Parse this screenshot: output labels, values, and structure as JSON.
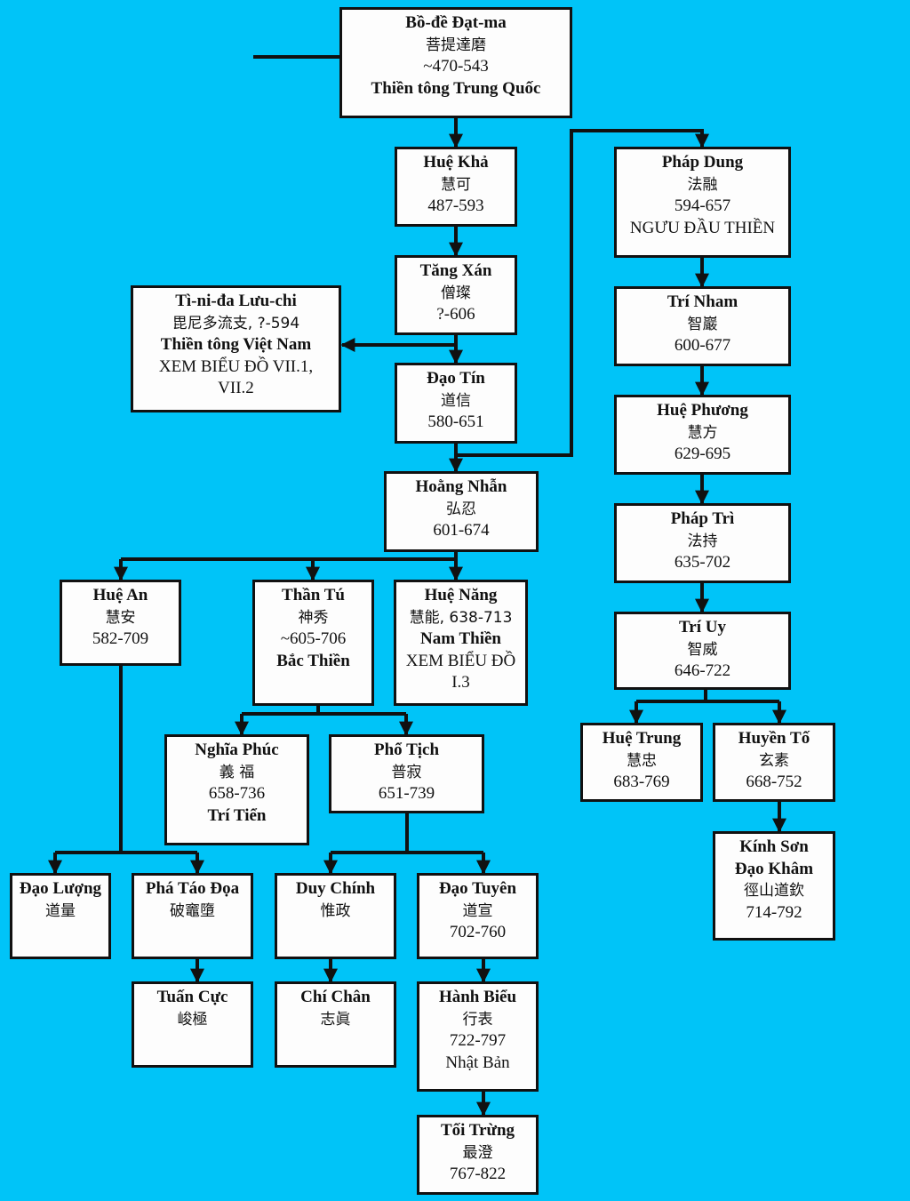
{
  "diagram": {
    "title": "Zen lineage chart (Bodhidharma line)",
    "background_color": "#00c4f8",
    "box_fill": "#fdfdfd",
    "line_color": "#111111"
  },
  "nodes": {
    "bodhidharma": {
      "lines": [
        {
          "text": "Bồ-đề Đạt-ma",
          "style": "b"
        },
        {
          "text": "菩提達磨",
          "style": "cjk"
        },
        {
          "text": "~470-543",
          "style": ""
        },
        {
          "text": "Thiền tông Trung Quốc",
          "style": "b"
        }
      ]
    },
    "hue_kha": {
      "lines": [
        {
          "text": "Huệ Khả",
          "style": "b"
        },
        {
          "text": "慧可",
          "style": "cjk"
        },
        {
          "text": "487-593",
          "style": ""
        }
      ]
    },
    "tang_xan": {
      "lines": [
        {
          "text": "Tăng Xán",
          "style": "b"
        },
        {
          "text": "僧璨",
          "style": "cjk"
        },
        {
          "text": "?-606",
          "style": ""
        }
      ]
    },
    "tinidaluuchi": {
      "lines": [
        {
          "text": "Tì-ni-đa Lưu-chi",
          "style": "b"
        },
        {
          "text": "毘尼多流支, ?-594",
          "style": "cjk"
        },
        {
          "text": "Thiền tông Việt Nam",
          "style": "b"
        },
        {
          "text": "XEM BIỂU ĐỒ VII.1,",
          "style": ""
        },
        {
          "text": "VII.2",
          "style": ""
        }
      ]
    },
    "dao_tin": {
      "lines": [
        {
          "text": "Đạo Tín",
          "style": "b"
        },
        {
          "text": "道信",
          "style": "cjk"
        },
        {
          "text": "580-651",
          "style": ""
        }
      ]
    },
    "hoang_nhan": {
      "lines": [
        {
          "text": "Hoằng Nhẫn",
          "style": "b"
        },
        {
          "text": "弘忍",
          "style": "cjk"
        },
        {
          "text": "601-674",
          "style": ""
        }
      ]
    },
    "hue_an": {
      "lines": [
        {
          "text": "Huệ An",
          "style": "b"
        },
        {
          "text": "慧安",
          "style": "cjk"
        },
        {
          "text": "582-709",
          "style": ""
        }
      ]
    },
    "than_tu": {
      "lines": [
        {
          "text": "Thần Tú",
          "style": "b"
        },
        {
          "text": "神秀",
          "style": "cjk"
        },
        {
          "text": "~605-706",
          "style": ""
        },
        {
          "text": "Bắc Thiền",
          "style": "b"
        }
      ]
    },
    "hue_nang": {
      "lines": [
        {
          "text": "Huệ Năng",
          "style": "b"
        },
        {
          "text": "慧能, 638-713",
          "style": "cjk"
        },
        {
          "text": "Nam Thiền",
          "style": "b"
        },
        {
          "text": "XEM BIỂU ĐỒ",
          "style": ""
        },
        {
          "text": "I.3",
          "style": ""
        }
      ]
    },
    "nghia_phuc": {
      "lines": [
        {
          "text": "Nghĩa Phúc",
          "style": "b"
        },
        {
          "text": "義 福",
          "style": "cjk"
        },
        {
          "text": "658-736",
          "style": ""
        },
        {
          "text": "Trí Tiển",
          "style": "b"
        }
      ]
    },
    "pho_tich": {
      "lines": [
        {
          "text": "Phổ Tịch",
          "style": "b"
        },
        {
          "text": "普寂",
          "style": "cjk"
        },
        {
          "text": "651-739",
          "style": ""
        }
      ]
    },
    "dao_luong": {
      "lines": [
        {
          "text": "Đạo Lượng",
          "style": "b"
        },
        {
          "text": "道量",
          "style": "cjk"
        }
      ]
    },
    "pha_tao_doa": {
      "lines": [
        {
          "text": "Phá Táo Đọa",
          "style": "b"
        },
        {
          "text": "破竈墮",
          "style": "cjk"
        }
      ]
    },
    "duy_chinh": {
      "lines": [
        {
          "text": "Duy Chính",
          "style": "b"
        },
        {
          "text": "惟政",
          "style": "cjk"
        }
      ]
    },
    "dao_tuyen": {
      "lines": [
        {
          "text": "Đạo Tuyên",
          "style": "b"
        },
        {
          "text": "道宣",
          "style": "cjk"
        },
        {
          "text": "702-760",
          "style": ""
        }
      ]
    },
    "tuan_cuc": {
      "lines": [
        {
          "text": "Tuấn Cực",
          "style": "b"
        },
        {
          "text": "峻極",
          "style": "cjk"
        }
      ]
    },
    "chi_chan": {
      "lines": [
        {
          "text": "Chí Chân",
          "style": "b"
        },
        {
          "text": "志眞",
          "style": "cjk"
        }
      ]
    },
    "hanh_bieu": {
      "lines": [
        {
          "text": "Hành Biểu",
          "style": "b"
        },
        {
          "text": "行表",
          "style": "cjk"
        },
        {
          "text": "722-797",
          "style": ""
        },
        {
          "text": "Nhật Bản",
          "style": ""
        }
      ]
    },
    "toi_trung": {
      "lines": [
        {
          "text": "Tối Trừng",
          "style": "b"
        },
        {
          "text": "最澄",
          "style": "cjk"
        },
        {
          "text": "767-822",
          "style": ""
        }
      ]
    },
    "phap_dung": {
      "lines": [
        {
          "text": "Pháp Dung",
          "style": "b"
        },
        {
          "text": "法融",
          "style": "cjk"
        },
        {
          "text": "594-657",
          "style": ""
        },
        {
          "text": "NGƯU ĐẦU THIỀN",
          "style": ""
        }
      ]
    },
    "tri_nham": {
      "lines": [
        {
          "text": "Trí Nham",
          "style": "b"
        },
        {
          "text": "智巖",
          "style": "cjk"
        },
        {
          "text": "600-677",
          "style": ""
        }
      ]
    },
    "hue_phuong": {
      "lines": [
        {
          "text": "Huệ Phương",
          "style": "b"
        },
        {
          "text": "慧方",
          "style": "cjk"
        },
        {
          "text": "629-695",
          "style": ""
        }
      ]
    },
    "phap_tri": {
      "lines": [
        {
          "text": "Pháp Trì",
          "style": "b"
        },
        {
          "text": "法持",
          "style": "cjk"
        },
        {
          "text": "635-702",
          "style": ""
        }
      ]
    },
    "tri_uy": {
      "lines": [
        {
          "text": "Trí Uy",
          "style": "b"
        },
        {
          "text": "智威",
          "style": "cjk"
        },
        {
          "text": "646-722",
          "style": ""
        }
      ]
    },
    "hue_trung": {
      "lines": [
        {
          "text": "Huệ Trung",
          "style": "b"
        },
        {
          "text": "慧忠",
          "style": "cjk"
        },
        {
          "text": "683-769",
          "style": ""
        }
      ]
    },
    "huyen_to": {
      "lines": [
        {
          "text": "Huyền Tố",
          "style": "b"
        },
        {
          "text": "玄素",
          "style": "cjk"
        },
        {
          "text": "668-752",
          "style": ""
        }
      ]
    },
    "kinh_son": {
      "lines": [
        {
          "text": "Kính Sơn",
          "style": "b"
        },
        {
          "text": "Đạo Khâm",
          "style": "b"
        },
        {
          "text": "徑山道欽",
          "style": "cjk"
        },
        {
          "text": "714-792",
          "style": ""
        }
      ]
    }
  },
  "edges": [
    [
      "bodhidharma",
      "hue_kha"
    ],
    [
      "hue_kha",
      "tang_xan"
    ],
    [
      "tang_xan",
      "dao_tin"
    ],
    [
      "tang_xan",
      "tinidaluuchi"
    ],
    [
      "dao_tin",
      "hoang_nhan"
    ],
    [
      "dao_tin",
      "phap_dung"
    ],
    [
      "hoang_nhan",
      "hue_an"
    ],
    [
      "hoang_nhan",
      "than_tu"
    ],
    [
      "hoang_nhan",
      "hue_nang"
    ],
    [
      "than_tu",
      "nghia_phuc"
    ],
    [
      "than_tu",
      "pho_tich"
    ],
    [
      "hue_an",
      "dao_luong"
    ],
    [
      "hue_an",
      "pha_tao_doa"
    ],
    [
      "pho_tich",
      "duy_chinh"
    ],
    [
      "pho_tich",
      "dao_tuyen"
    ],
    [
      "pha_tao_doa",
      "tuan_cuc"
    ],
    [
      "duy_chinh",
      "chi_chan"
    ],
    [
      "dao_tuyen",
      "hanh_bieu"
    ],
    [
      "hanh_bieu",
      "toi_trung"
    ],
    [
      "phap_dung",
      "tri_nham"
    ],
    [
      "tri_nham",
      "hue_phuong"
    ],
    [
      "hue_phuong",
      "phap_tri"
    ],
    [
      "phap_tri",
      "tri_uy"
    ],
    [
      "tri_uy",
      "hue_trung"
    ],
    [
      "tri_uy",
      "huyen_to"
    ],
    [
      "huyen_to",
      "kinh_son"
    ]
  ]
}
